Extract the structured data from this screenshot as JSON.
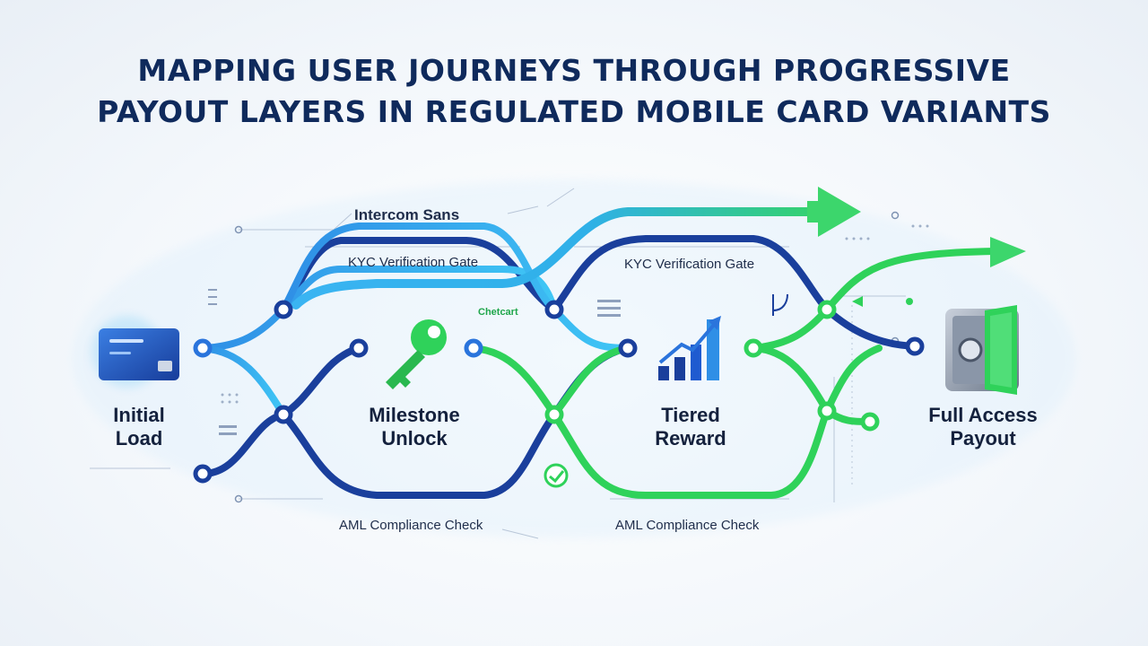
{
  "title": {
    "line1": "MAPPING USER JOURNEYS THROUGH PROGRESSIVE",
    "line2": "PAYOUT LAYERS IN REGULATED MOBILE CARD VARIANTS"
  },
  "stages": [
    {
      "line1": "Initial",
      "line2": "Load",
      "icon": "credit-card-icon"
    },
    {
      "line1": "Milestone",
      "line2": "Unlock",
      "icon": "key-icon"
    },
    {
      "line1": "Tiered",
      "line2": "Reward",
      "icon": "bar-chart-icon"
    },
    {
      "line1": "Full Access",
      "line2": "Payout",
      "icon": "vault-icon"
    }
  ],
  "annotations": {
    "top_heading": "Intercom Sans",
    "kyc_left": "KYC Verification Gate",
    "kyc_right": "KYC Verification Gate",
    "aml_left": "AML Compliance Check",
    "aml_right": "AML Compliance Check",
    "checkpoint": "Chetcart"
  },
  "colors": {
    "title": "#0f2a5c",
    "dark_blue": "#1a3f9c",
    "light_blue": "#29a6ee",
    "green": "#2fd25a"
  }
}
